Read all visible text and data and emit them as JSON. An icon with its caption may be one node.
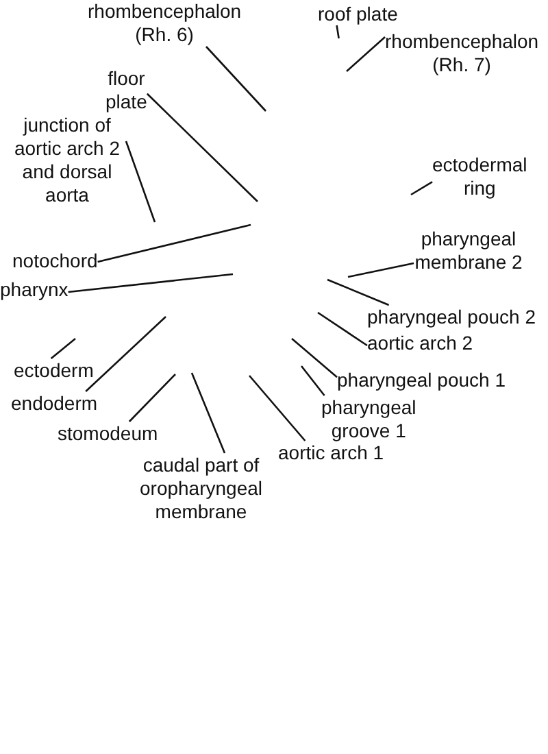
{
  "diagram": {
    "nodes": [
      {
        "text": [
          "rhombencephalon (Rh. 6)"
        ]
      },
      {
        "text": [
          "roof plate"
        ]
      },
      {
        "text": [
          "rhombencephalon (Rh. 7)"
        ]
      },
      {
        "text": [
          "floor plate"
        ]
      },
      {
        "text": [
          "junction of aortic arch 2 and dorsal aorta"
        ]
      },
      {
        "text": [
          "ectodermal ring"
        ]
      },
      {
        "text": [
          "pharyngeal membrane 2"
        ]
      },
      {
        "text": [
          "notochord"
        ]
      },
      {
        "text": [
          "pharynx"
        ]
      },
      {
        "text": [
          "pharyngeal pouch 2"
        ]
      },
      {
        "text": [
          "aortic arch 2"
        ]
      },
      {
        "text": [
          "ectoderm"
        ]
      },
      {
        "text": [
          "pharyngeal pouch 1"
        ]
      },
      {
        "text": [
          "endoderm"
        ]
      },
      {
        "text": [
          "pharyngeal groove 1"
        ]
      },
      {
        "text": [
          "stomodeum"
        ]
      },
      {
        "text": [
          "aortic arch 1"
        ]
      },
      {
        "text": [
          "caudal part of oropharyngeal membrane"
        ]
      }
    ],
    "edges": [
      {
        "from": 0,
        "to": null,
        "arrow": "none"
      },
      {
        "from": 1,
        "to": null,
        "arrow": "none"
      },
      {
        "from": 2,
        "to": null,
        "arrow": "none"
      },
      {
        "from": 3,
        "to": null,
        "arrow": "none"
      },
      {
        "from": 4,
        "to": null,
        "arrow": "none"
      },
      {
        "from": 5,
        "to": null,
        "arrow": "none"
      },
      {
        "from": 6,
        "to": null,
        "arrow": "none"
      },
      {
        "from": 7,
        "to": null,
        "arrow": "none"
      },
      {
        "from": 8,
        "to": null,
        "arrow": "none"
      },
      {
        "from": 9,
        "to": null,
        "arrow": "none"
      },
      {
        "from": 10,
        "to": null,
        "arrow": "none"
      },
      {
        "from": 11,
        "to": null,
        "arrow": "none"
      },
      {
        "from": 12,
        "to": null,
        "arrow": "none"
      },
      {
        "from": 13,
        "to": null,
        "arrow": "none"
      },
      {
        "from": 14,
        "to": null,
        "arrow": "none"
      },
      {
        "from": 15,
        "to": null,
        "arrow": "none"
      },
      {
        "from": 16,
        "to": null,
        "arrow": "none"
      },
      {
        "from": 17,
        "to": null,
        "arrow": "none"
      }
    ]
  }
}
